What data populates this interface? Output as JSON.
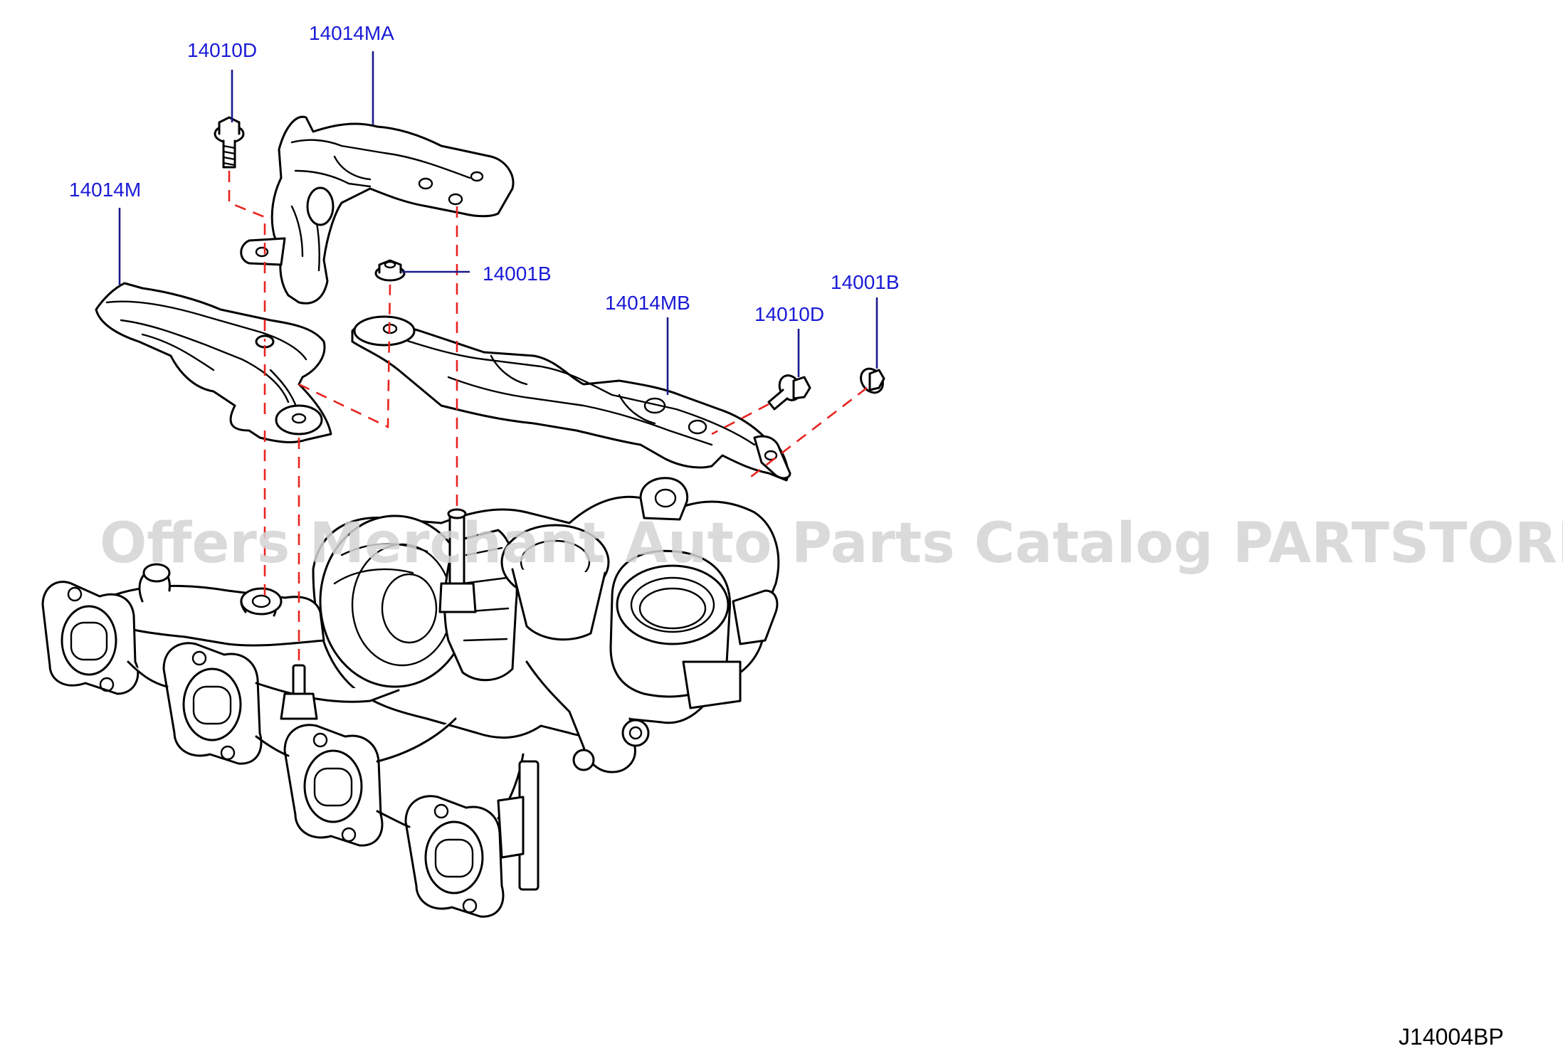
{
  "diagram": {
    "code": "J14004BP",
    "watermark": "Offers Merchant Auto Parts Catalog PARTSTORE.SA",
    "colors": {
      "callout_text": "#1a1ad6",
      "leader_line": "#1a1a8c",
      "dashed_line": "#e8231f",
      "outline": "#000000",
      "watermark": "#d4d4d4"
    },
    "callouts": [
      {
        "id": "14010D-top",
        "part_number": "14010D",
        "target": "bolt"
      },
      {
        "id": "14014MA",
        "part_number": "14014MA",
        "target": "heat insulator"
      },
      {
        "id": "14014M",
        "part_number": "14014M",
        "target": "heat insulator"
      },
      {
        "id": "14001B-mid",
        "part_number": "14001B",
        "target": "nut"
      },
      {
        "id": "14014MB",
        "part_number": "14014MB",
        "target": "heat insulator"
      },
      {
        "id": "14010D-right",
        "part_number": "14010D",
        "target": "bolt"
      },
      {
        "id": "14001B-right",
        "part_number": "14001B",
        "target": "nut"
      }
    ]
  }
}
